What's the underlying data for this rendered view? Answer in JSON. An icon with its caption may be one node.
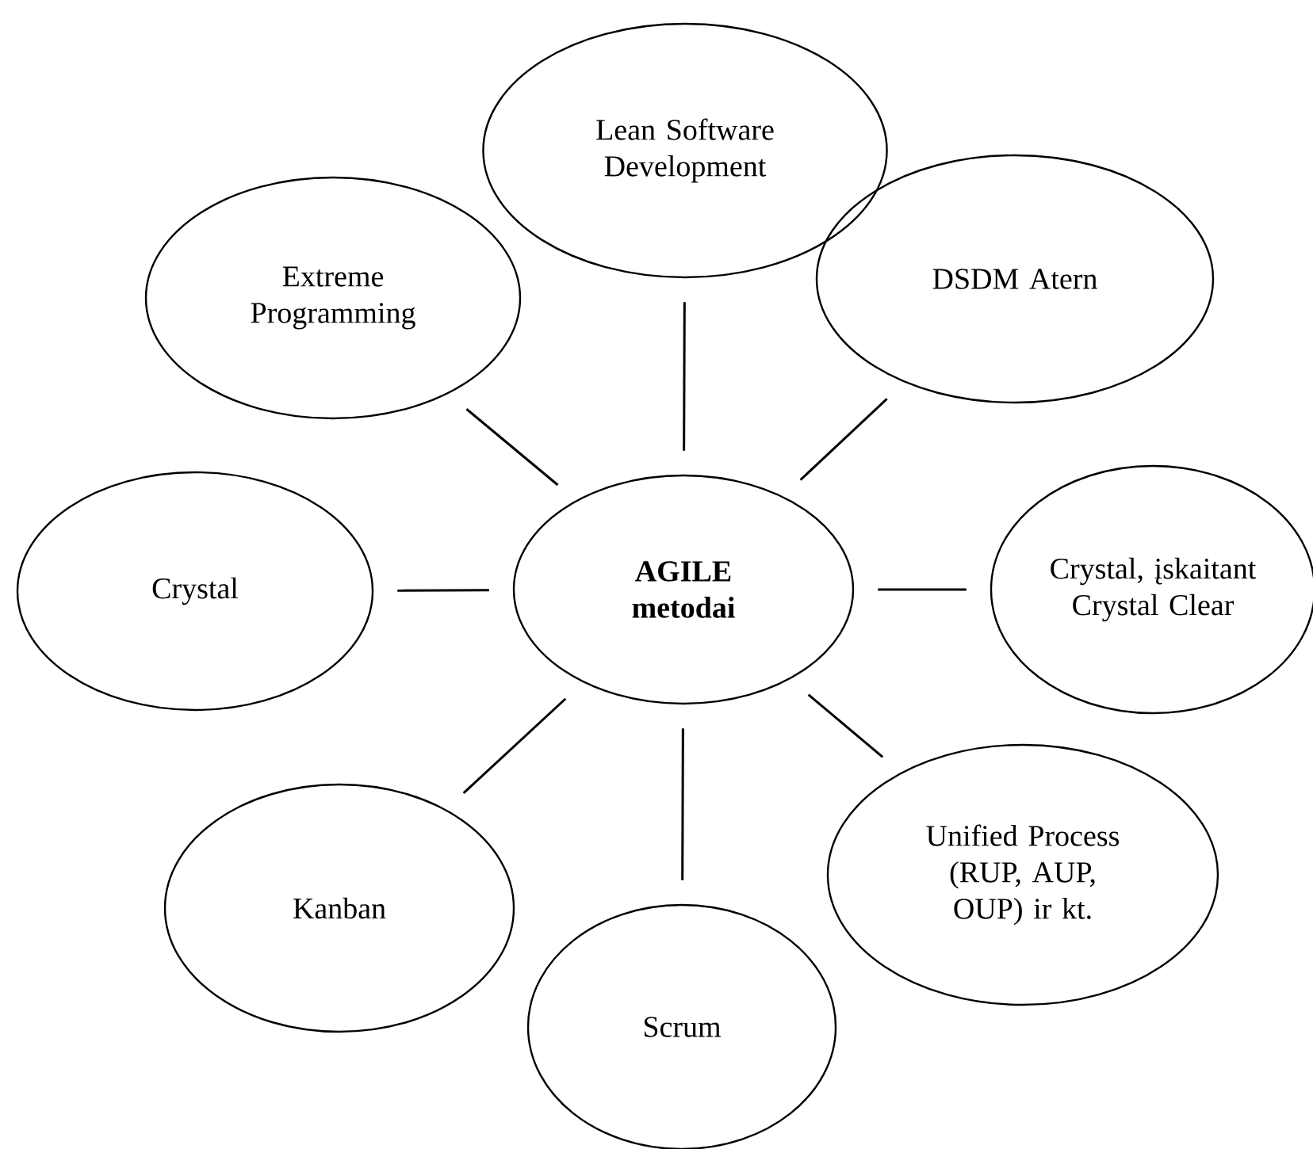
{
  "diagram": {
    "nodes": [
      {
        "text": [
          "AGILE metodai"
        ]
      },
      {
        "text": [
          "Lean Software Development"
        ]
      },
      {
        "text": [
          "Extreme Programming"
        ]
      },
      {
        "text": [
          "DSDM Atern"
        ]
      },
      {
        "text": [
          "Crystal"
        ]
      },
      {
        "text": [
          "Crystal, įskaitant Crystal Clear"
        ]
      },
      {
        "text": [
          "Kanban"
        ]
      },
      {
        "text": [
          "Unified Process (RUP, AUP, OUP) ir kt."
        ]
      },
      {
        "text": [
          "Scrum"
        ]
      }
    ],
    "edges": [
      {
        "from": 0,
        "to": 1,
        "arrow": "none"
      },
      {
        "from": 0,
        "to": 2,
        "arrow": "none"
      },
      {
        "from": 0,
        "to": 3,
        "arrow": "none"
      },
      {
        "from": 0,
        "to": 4,
        "arrow": "none"
      },
      {
        "from": 0,
        "to": 5,
        "arrow": "none"
      },
      {
        "from": 0,
        "to": 6,
        "arrow": "none"
      },
      {
        "from": 0,
        "to": 7,
        "arrow": "none"
      },
      {
        "from": 0,
        "to": 8,
        "arrow": "none"
      }
    ]
  }
}
